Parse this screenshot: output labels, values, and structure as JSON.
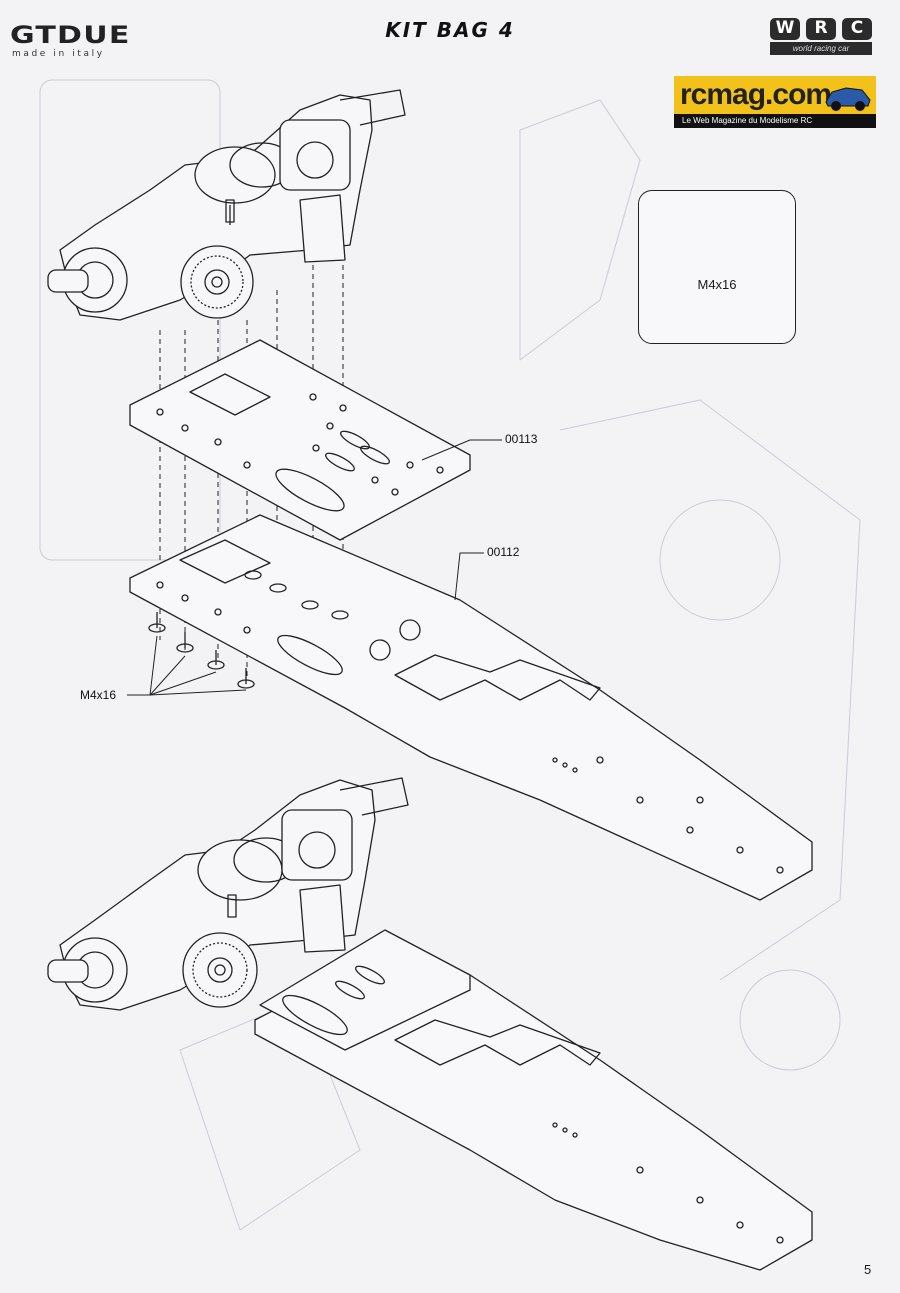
{
  "header": {
    "brand": "GTDUE",
    "brand_tagline": "made in italy",
    "title": "KIT BAG 4",
    "logo_letters": [
      "W",
      "R",
      "C"
    ],
    "logo_tagline": "world racing car"
  },
  "watermark": {
    "site": "rcmag.com",
    "tagline": "Le Web Magazine du Modelisme RC"
  },
  "callout": {
    "screw_label": "M4x16"
  },
  "parts": {
    "upper_plate": "00113",
    "main_chassis": "00112",
    "screws": "M4x16"
  },
  "page_number": "5",
  "colors": {
    "line": "#222222",
    "paper": "#f3f3f6",
    "watermark_yellow": "#f2c21a"
  }
}
